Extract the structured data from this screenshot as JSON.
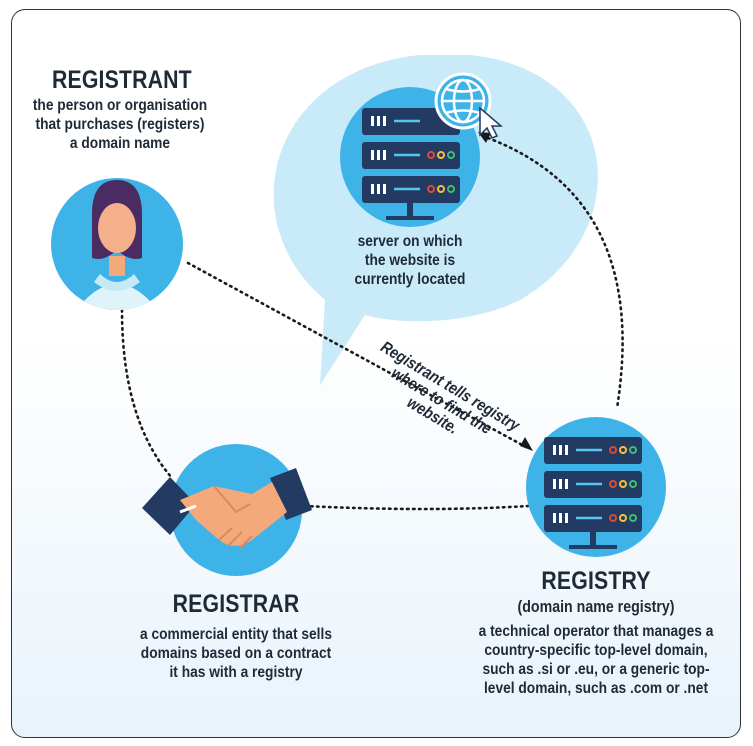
{
  "registrant": {
    "title": "REGISTRANT",
    "description": "the person or organisation\nthat purchases (registers)\na domain name"
  },
  "server": {
    "caption": "server on which\nthe website is\ncurrently located"
  },
  "flow_note": "Registrant tells registry\nwhere to find the website.",
  "registrar": {
    "title": "REGISTRAR",
    "description": "a commercial entity that sells\ndomains based on a contract\nit has with a registry"
  },
  "registry": {
    "title": "REGISTRY",
    "subtitle": "(domain name registry)",
    "description": "a technical operator that manages a\ncountry-specific top-level domain,\nsuch as .si or .eu, or a generic top-\nlevel domain, such as .com or .net"
  },
  "colors": {
    "circle": "#3eb3e8",
    "bubble": "#c9eaf9",
    "server_body": "#233a63",
    "server_line": "#55c7ee",
    "dot_red": "#e2473b",
    "dot_yellow": "#f2c23a",
    "dot_green": "#3fbf74",
    "text": "#1f2a37"
  },
  "icons": [
    "person-icon",
    "server-globe-icon",
    "handshake-icon",
    "registry-server-icon",
    "globe-icon",
    "cursor-icon"
  ]
}
